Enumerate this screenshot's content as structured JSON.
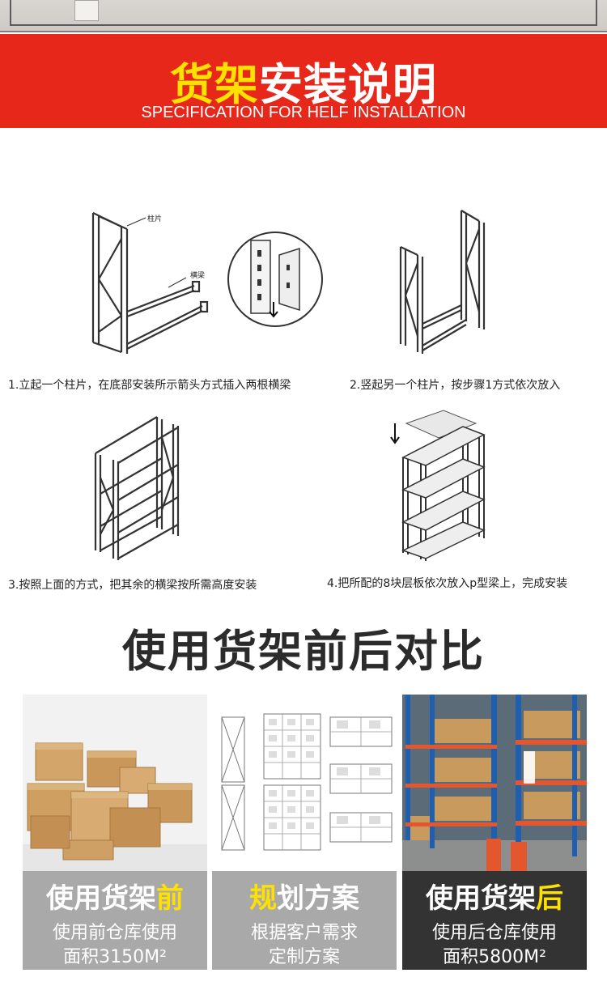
{
  "banner": {
    "title_highlight": "货架",
    "title_rest": "安装说明",
    "subtitle": "SPECIFICATION FOR HELF INSTALLATION"
  },
  "steps": [
    {
      "caption": "1.立起一个柱片，在底部安装所示箭头方式插入两根横梁",
      "label_column": "柱片",
      "label_beam": "横梁"
    },
    {
      "caption": "2.竖起另一个柱片，按步骤1方式依次放入"
    },
    {
      "caption": "3.按照上面的方式，把其余的横梁按所需高度安装"
    },
    {
      "caption": "4.把所配的8块层板依次放入p型梁上，完成安装"
    }
  ],
  "comparison": {
    "title": "使用货架前后对比",
    "columns": [
      {
        "head_main": "使用货架",
        "head_accent": "前",
        "line1": "使用前仓库使用",
        "line2": "面积3150M²"
      },
      {
        "head_accent": "规",
        "head_main": "划方案",
        "line1": "根据客户需求",
        "line2": "定制方案"
      },
      {
        "head_main": "使用货架",
        "head_accent": "后",
        "line1": "使用后仓库使用",
        "line2": "面积5800M²"
      }
    ]
  },
  "colors": {
    "banner_red": "#e8271b",
    "accent_yellow": "#ffe100",
    "panel_gray": "#a9a9a9",
    "panel_dark": "#333333",
    "rack_blue": "#1f5fb0",
    "rack_orange": "#e4572e",
    "cardboard": "#c89a5e"
  }
}
